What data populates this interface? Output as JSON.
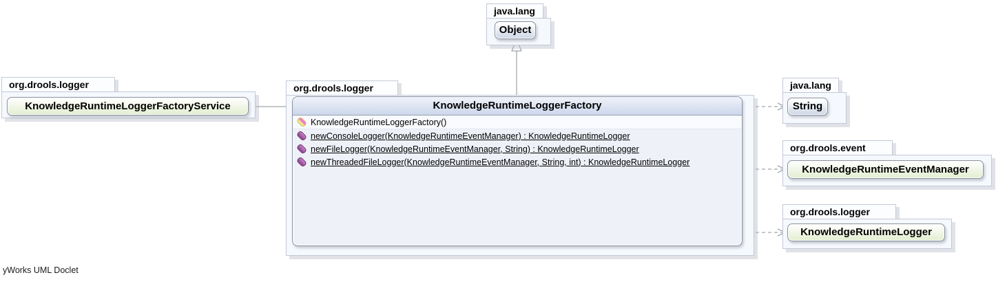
{
  "footer": "yWorks UML Doclet",
  "colors": {
    "class_fill_bottom": "#ccd6e6",
    "interface_fill_bottom": "#e2edcf",
    "header_fill_bottom": "#ccd7eb",
    "package_fill": "#f5f8fd",
    "method_icon_purple": "#8d3f8d",
    "constructor_icon_pink": "#f478d0",
    "constructor_icon_yellow": "#eee98c",
    "wire_gray": "#8a8f97"
  },
  "packages": {
    "top": {
      "name": "java.lang",
      "class": {
        "name": "Object",
        "kind": "class"
      }
    },
    "left": {
      "name": "org.drools.logger",
      "class": {
        "name": "KnowledgeRuntimeLoggerFactoryService",
        "kind": "interface"
      }
    },
    "center": {
      "name": "org.drools.logger",
      "class": {
        "name": "KnowledgeRuntimeLoggerFactory",
        "kind": "class",
        "constructors": [
          {
            "label": "KnowledgeRuntimeLoggerFactory()",
            "icon": "constructor-icon",
            "static": false
          }
        ],
        "methods": [
          {
            "label": "newConsoleLogger(KnowledgeRuntimeEventManager) : KnowledgeRuntimeLogger",
            "icon": "public-static-method-icon",
            "static": true
          },
          {
            "label": "newFileLogger(KnowledgeRuntimeEventManager, String) : KnowledgeRuntimeLogger",
            "icon": "public-static-method-icon",
            "static": true
          },
          {
            "label": "newThreadedFileLogger(KnowledgeRuntimeEventManager, String, int) : KnowledgeRuntimeLogger",
            "icon": "public-static-method-icon",
            "static": true
          }
        ]
      }
    },
    "right_string": {
      "name": "java.lang",
      "class": {
        "name": "String",
        "kind": "class"
      }
    },
    "right_event": {
      "name": "org.drools.event",
      "class": {
        "name": "KnowledgeRuntimeEventManager",
        "kind": "interface"
      }
    },
    "right_logger": {
      "name": "org.drools.logger",
      "class": {
        "name": "KnowledgeRuntimeLogger",
        "kind": "interface"
      }
    }
  },
  "relations": [
    {
      "from": "KnowledgeRuntimeLoggerFactory",
      "to": "java.lang.Object",
      "type": "generalization",
      "style": "solid",
      "arrow": "hollow-triangle"
    },
    {
      "from": "KnowledgeRuntimeLoggerFactoryService",
      "to": "KnowledgeRuntimeLoggerFactory",
      "type": "association",
      "style": "solid",
      "arrow": "none"
    },
    {
      "from": "KnowledgeRuntimeLoggerFactory",
      "to": "java.lang.String",
      "type": "dependency",
      "style": "dashed",
      "arrow": "open"
    },
    {
      "from": "KnowledgeRuntimeLoggerFactory",
      "to": "KnowledgeRuntimeEventManager",
      "type": "dependency",
      "style": "dashed",
      "arrow": "open"
    },
    {
      "from": "KnowledgeRuntimeLoggerFactory",
      "to": "KnowledgeRuntimeLogger",
      "type": "dependency",
      "style": "dashed",
      "arrow": "open"
    }
  ]
}
